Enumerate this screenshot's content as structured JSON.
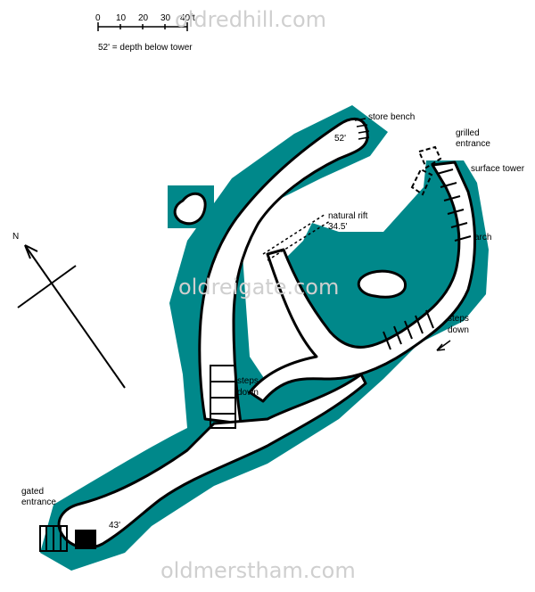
{
  "scale": {
    "ticks": [
      "0",
      "10",
      "20",
      "30",
      "40ft."
    ],
    "legend": "52' = depth below tower"
  },
  "labels": {
    "store_bench": "store bench",
    "depth_52": "52'",
    "grilled": "grilled",
    "entrance_top": "entrance",
    "surface_tower": "surface tower",
    "natural_rift": "natural rift",
    "depth_345": "34.5'",
    "arch": "arch",
    "steps": "steps",
    "down": "down",
    "steps2": "steps",
    "down2": "down",
    "gated": "gated",
    "entrance_bottom": "entrance",
    "depth_43": "43'",
    "north": "N"
  },
  "watermarks": {
    "top": "oldredhill.com",
    "middle": "oldreigate.com",
    "bottom": "oldmerstham.com"
  },
  "colors": {
    "cave_fill": "#00888a",
    "passage": "#ffffff",
    "outline": "#000000"
  }
}
